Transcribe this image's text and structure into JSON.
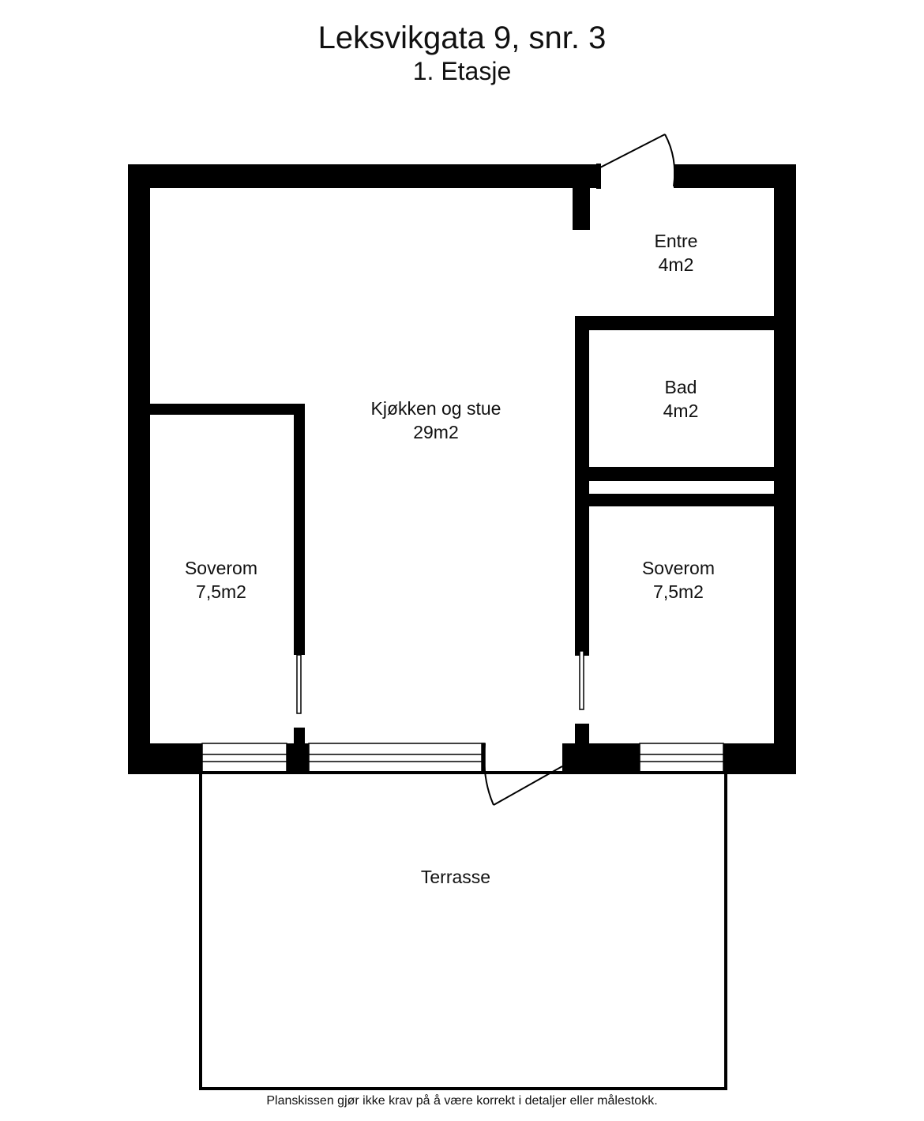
{
  "title": "Leksvikgata 9, snr. 3",
  "floor": "1. Etasje",
  "rooms": [
    {
      "key": "entre",
      "name": "Entre",
      "area": "4m2"
    },
    {
      "key": "bad",
      "name": "Bad",
      "area": "4m2"
    },
    {
      "key": "kjokken",
      "name": "Kjøkken og stue",
      "area": "29m2"
    },
    {
      "key": "soverom_left",
      "name": "Soverom",
      "area": "7,5m2"
    },
    {
      "key": "soverom_right",
      "name": "Soverom",
      "area": "7,5m2"
    },
    {
      "key": "terrasse",
      "name": "Terrasse"
    }
  ],
  "disclaimer": "Planskissen gjør ikke krav på å være korrekt i detaljer eller målestokk."
}
